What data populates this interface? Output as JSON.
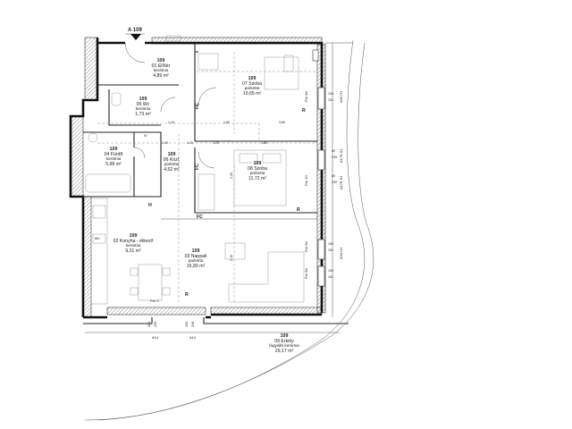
{
  "plan": {
    "top_label": "A 109",
    "rooms": [
      {
        "id": "r01",
        "num": "109",
        "name": "01 Előtér",
        "finish": "kerámia",
        "area": "4,89 m²"
      },
      {
        "id": "r05",
        "num": "109",
        "name": "05 Wc",
        "finish": "kerámia",
        "area": "1,73 m²"
      },
      {
        "id": "r04",
        "num": "109",
        "name": "04 Fürdő",
        "finish": "kerámia",
        "area": "5,98 m²"
      },
      {
        "id": "r06",
        "num": "109",
        "name": "06 Közl.",
        "finish": "parketta",
        "area": "4,52 m²"
      },
      {
        "id": "r07",
        "num": "109",
        "name": "07 Szoba",
        "finish": "parketta",
        "area": "10,65 m²"
      },
      {
        "id": "r08",
        "num": "109",
        "name": "08 Szoba",
        "finish": "parketta",
        "area": "11,72 m²"
      },
      {
        "id": "r02",
        "num": "109",
        "name": "02 Konyha - étkező",
        "finish": "kerámia",
        "area": "9,31 m²"
      },
      {
        "id": "r03",
        "num": "109",
        "name": "03 Nappali",
        "finish": "parketta",
        "area": "16,80 m²"
      },
      {
        "id": "r09",
        "num": "109",
        "name": "09 Erkély",
        "finish": "fagyálló kerámia",
        "area": "29,17 m²"
      }
    ],
    "markers": {
      "fc1": "FC",
      "fc2": "FC",
      "fc3": "FC",
      "r1": "R",
      "r2": "R",
      "r3": "R",
      "h1": "H",
      "iv": "IV",
      "wm": "Mo",
      "pm1": "Prn 84",
      "pm2": "Prn 10",
      "pm3": "Prn 84",
      "pm4": "Prn 84",
      "pmC": "Prn C"
    },
    "tags": {
      "a14a": "A14",
      "a14b": "A14",
      "a05": "A05 H1",
      "a178a": "A178 H1",
      "a178b": "A178 H1",
      "a04": "A04 H1"
    },
    "dims": [
      "120",
      "151",
      "80",
      "239",
      "80",
      "239",
      "100",
      "151",
      "100",
      "151",
      "100",
      "239",
      "100",
      "239",
      "1,20",
      "1,20",
      "1,80",
      "1,20",
      "2,20",
      "1,80",
      "2,40",
      "1,20",
      "3,80"
    ]
  }
}
